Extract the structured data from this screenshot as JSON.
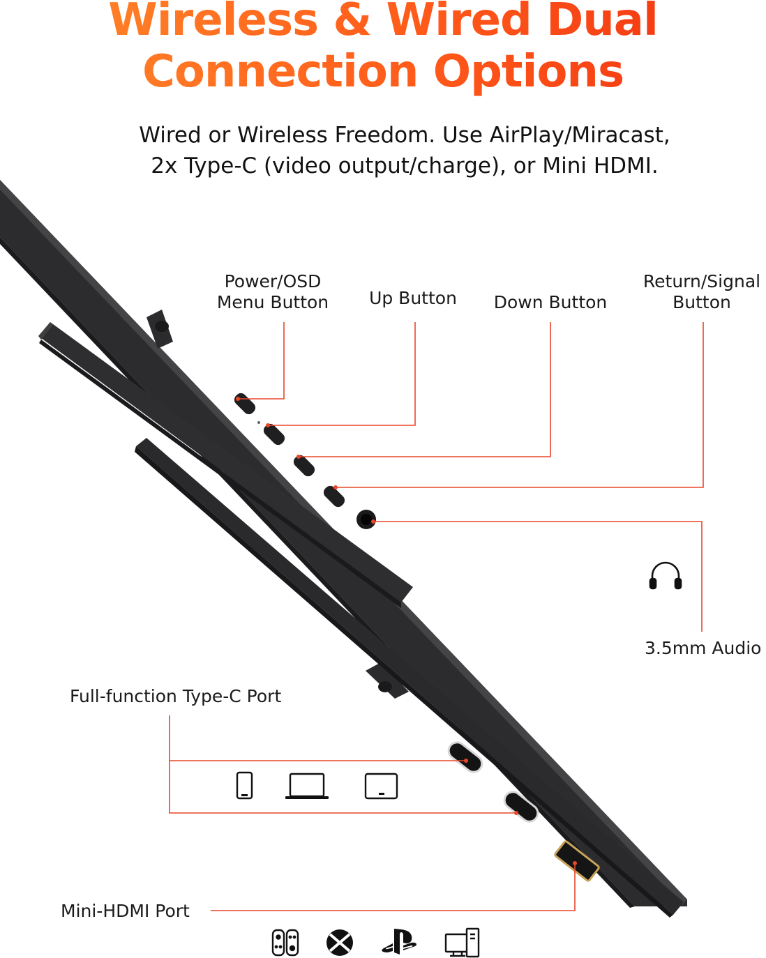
{
  "header": {
    "title_line1": "Wireless & Wired Dual",
    "title_line2": "Connection Options",
    "subtitle_line1": "Wired or Wireless Freedom. Use AirPlay/Miracast,",
    "subtitle_line2": "2x Type-C (video output/charge), or Mini HDMI."
  },
  "callouts": {
    "power_osd_line1": "Power/OSD",
    "power_osd_line2": "Menu Button",
    "up_button": "Up Button",
    "down_button": "Down Button",
    "return_signal_line1": "Return/Signal",
    "return_signal_line2": "Button",
    "audio": "3.5mm Audio",
    "type_c": "Full-function Type-C Port",
    "mini_hdmi": "Mini-HDMI Port"
  },
  "icons": {
    "audio": "headphones-icon",
    "type_c_devices": [
      "smartphone-icon",
      "laptop-icon",
      "tablet-icon"
    ],
    "hdmi_devices": [
      "nintendo-switch-icon",
      "xbox-icon",
      "playstation-icon",
      "desktop-pc-icon"
    ]
  },
  "colors": {
    "title_gradient_start": "#ff8a2a",
    "title_gradient_end": "#f03010",
    "callout_line": "#e8472a",
    "monitor_body": "#2f2f31",
    "monitor_edge": "#1d1d1f"
  }
}
